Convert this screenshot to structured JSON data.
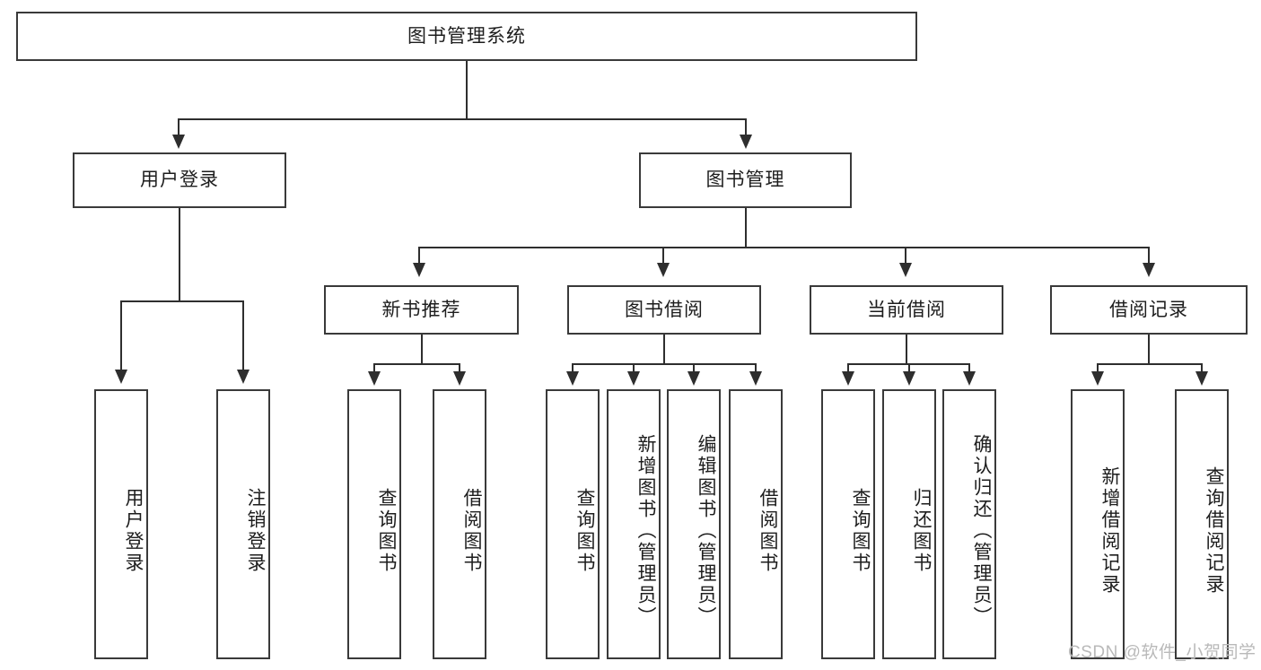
{
  "diagram": {
    "title": "图书管理系统",
    "type": "tree-hierarchy",
    "root": {
      "id": "root",
      "label": "图书管理系统"
    },
    "level2": [
      {
        "id": "user-login",
        "label": "用户登录"
      },
      {
        "id": "book-management",
        "label": "图书管理"
      }
    ],
    "level3": [
      {
        "id": "new-book-recommend",
        "label": "新书推荐",
        "parent": "book-management"
      },
      {
        "id": "book-borrow",
        "label": "图书借阅",
        "parent": "book-management"
      },
      {
        "id": "current-borrow",
        "label": "当前借阅",
        "parent": "book-management"
      },
      {
        "id": "borrow-record",
        "label": "借阅记录",
        "parent": "book-management"
      }
    ],
    "leaves": {
      "user_login": [
        {
          "id": "leaf-user-login",
          "label": "用户登录"
        },
        {
          "id": "leaf-logout-login",
          "label": "注销登录"
        }
      ],
      "new_book_recommend": [
        {
          "id": "leaf-query-book-1",
          "label": "查询图书"
        },
        {
          "id": "leaf-borrow-book-1",
          "label": "借阅图书"
        }
      ],
      "book_borrow": [
        {
          "id": "leaf-query-book-2",
          "label": "查询图书"
        },
        {
          "id": "leaf-add-book",
          "label": "新增图书（管理员）"
        },
        {
          "id": "leaf-edit-book",
          "label": "编辑图书（管理员）"
        },
        {
          "id": "leaf-borrow-book-2",
          "label": "借阅图书"
        }
      ],
      "current_borrow": [
        {
          "id": "leaf-query-book-3",
          "label": "查询图书"
        },
        {
          "id": "leaf-return-book",
          "label": "归还图书"
        },
        {
          "id": "leaf-confirm-return",
          "label": "确认归还（管理员）"
        }
      ],
      "borrow_record": [
        {
          "id": "leaf-add-record",
          "label": "新增借阅记录"
        },
        {
          "id": "leaf-query-record",
          "label": "查询借阅记录"
        }
      ]
    }
  },
  "watermark": {
    "text": "CSDN @软件_小贺同学"
  },
  "colors": {
    "box_border": "#3a3a3a",
    "line": "#2e2e2e",
    "background": "#ffffff",
    "text": "#1d1d1d",
    "watermark": "#b9b9b9"
  }
}
